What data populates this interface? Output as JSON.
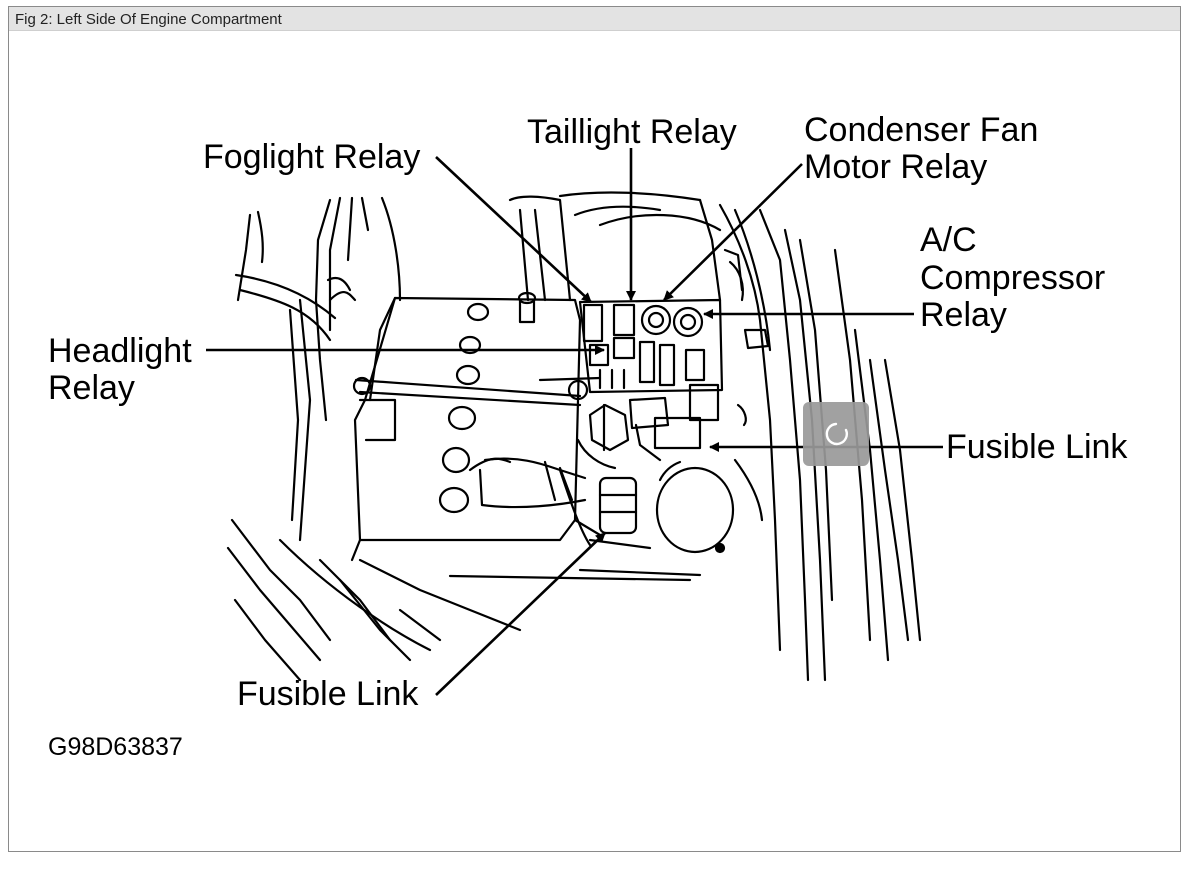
{
  "caption": "Fig 2: Left Side Of Engine Compartment",
  "figure_code": "G98D63837",
  "labels": {
    "foglight_relay": "Foglight Relay",
    "taillight_relay": "Taillight Relay",
    "condenser_fan_line1": "Condenser Fan",
    "condenser_fan_line2": "Motor Relay",
    "ac_line1": "A/C",
    "ac_line2": "Compressor",
    "ac_line3": "Relay",
    "headlight_line1": "Headlight",
    "headlight_line2": "Relay",
    "fusible_link_right": "Fusible Link",
    "fusible_link_bottom": "Fusible Link"
  },
  "icons": {
    "loading": "loading-spinner-icon"
  },
  "colors": {
    "caption_bar": "#e3e3e3",
    "spinner_overlay": "#9a9a9a",
    "line_art": "#000000"
  }
}
